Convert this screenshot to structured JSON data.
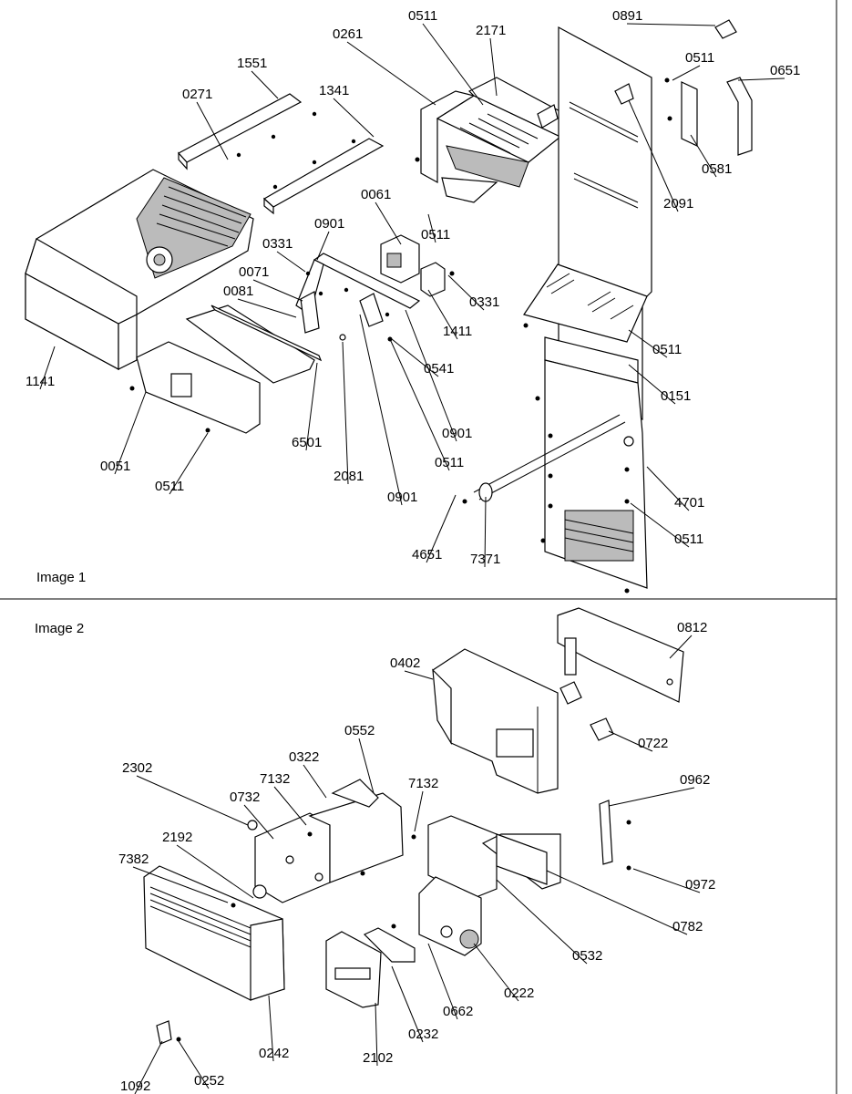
{
  "panels": [
    {
      "caption": "Image 1",
      "labels": [
        "0891",
        "0511",
        "2171",
        "0261",
        "0511",
        "0651",
        "1551",
        "1341",
        "0271",
        "0581",
        "2091",
        "0061",
        "0511",
        "0901",
        "0331",
        "0071",
        "0081",
        "0331",
        "1411",
        "1141",
        "0541",
        "0511",
        "0151",
        "0051",
        "0511",
        "6501",
        "2081",
        "0901",
        "0511",
        "0901",
        "4701",
        "4651",
        "7371",
        "0511"
      ]
    },
    {
      "caption": "Image 2",
      "labels": [
        "0812",
        "0402",
        "0722",
        "0552",
        "0322",
        "7132",
        "2302",
        "0732",
        "7132",
        "0962",
        "2192",
        "7382",
        "0972",
        "0782",
        "0532",
        "0222",
        "0242",
        "0662",
        "0232",
        "2102",
        "1092",
        "0252"
      ]
    }
  ]
}
